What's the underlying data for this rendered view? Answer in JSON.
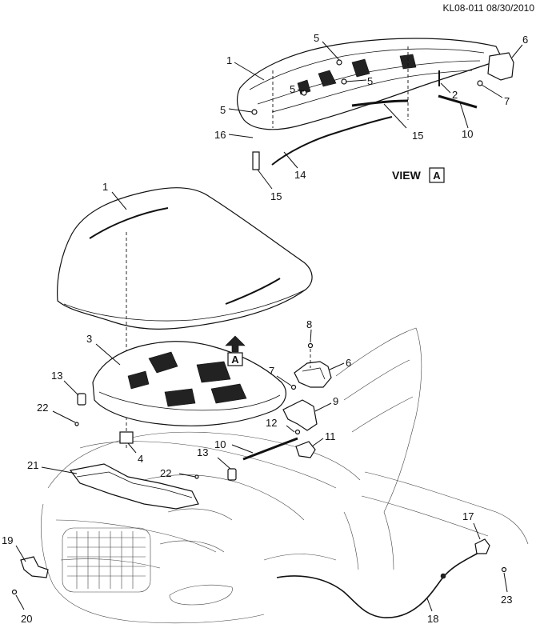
{
  "document_id": "KL08-011 08/30/2010",
  "view": {
    "label": "VIEW",
    "letter": "A"
  },
  "view_arrow_letter": "A",
  "callouts": {
    "c1_top": "1",
    "c1_main": "1",
    "c2": "2",
    "c3": "3",
    "c4": "4",
    "c5_a": "5",
    "c5_b": "5",
    "c5_c": "5",
    "c5_d": "5",
    "c6_top": "6",
    "c6_main": "6",
    "c7_top": "7",
    "c7_main": "7",
    "c8": "8",
    "c9": "9",
    "c10_top": "10",
    "c10_main": "10",
    "c11": "11",
    "c12": "12",
    "c13_a": "13",
    "c13_b": "13",
    "c14": "14",
    "c15_a": "15",
    "c15_b": "15",
    "c16": "16",
    "c17": "17",
    "c18": "18",
    "c19": "19",
    "c20": "20",
    "c21": "21",
    "c22_a": "22",
    "c22_b": "22",
    "c23": "23"
  }
}
